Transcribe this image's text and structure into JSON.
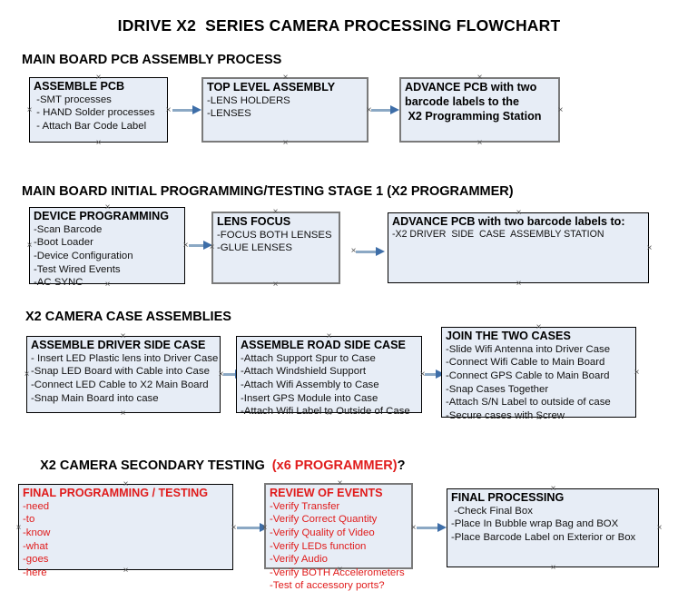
{
  "title": "IDRIVE X2  SERIES CAMERA PROCESSING FLOWCHART",
  "colors": {
    "box_fill": "#e7edf6",
    "box_border_black": "#000000",
    "box_border_gray": "#7a7a7a",
    "arrow_shaft": "#8ba8c4",
    "arrow_head": "#3e6ea8",
    "red_text": "#e01b1b",
    "black_text": "#000000",
    "background": "#ffffff"
  },
  "sections": [
    {
      "heading": "MAIN BOARD PCB ASSEMBLY PROCESS",
      "heading_red": "",
      "heading_tail": ""
    },
    {
      "heading": "MAIN BOARD INITIAL PROGRAMMING/TESTING STAGE 1 (X2 PROGRAMMER)",
      "heading_red": "",
      "heading_tail": ""
    },
    {
      "heading": "X2 CAMERA CASE ASSEMBLIES",
      "heading_red": "",
      "heading_tail": ""
    },
    {
      "heading": "X2 CAMERA SECONDARY TESTING  ",
      "heading_red": "(x6 PROGRAMMER)",
      "heading_tail": "?"
    }
  ],
  "boxes": {
    "r1b1": {
      "title": "ASSEMBLE PCB",
      "lines": " -SMT processes\n - HAND Solder processes\n - Attach Bar Code Label"
    },
    "r1b2": {
      "title": "TOP LEVEL ASSEMBLY",
      "lines": "-LENS HOLDERS\n-LENSES"
    },
    "r1b3": {
      "title": "ADVANCE PCB with two",
      "lines": "barcode labels to the\n X2 Programming Station"
    },
    "r2b1": {
      "title": "DEVICE PROGRAMMING",
      "lines": "-Scan Barcode\n-Boot Loader\n-Device Configuration\n-Test Wired Events\n-AC SYNC"
    },
    "r2b2": {
      "title": "LENS FOCUS",
      "lines": "-FOCUS BOTH LENSES\n-GLUE LENSES"
    },
    "r2b3": {
      "title": "ADVANCE PCB with two barcode labels to:",
      "lines": "-X2 DRIVER  SIDE  CASE  ASSEMBLY STATION"
    },
    "r3b1": {
      "title": "ASSEMBLE DRIVER SIDE CASE",
      "lines": "- Insert LED Plastic lens into Driver Case\n-Snap LED Board with Cable into Case\n-Connect LED Cable to X2 Main Board\n-Snap Main Board into case"
    },
    "r3b2": {
      "title": "ASSEMBLE ROAD SIDE CASE",
      "lines": "-Attach Support Spur to Case\n-Attach Windshield Support\n-Attach Wifi Assembly to Case\n-Insert GPS Module into Case\n-Attach Wifi Label to Outside of Case"
    },
    "r3b3": {
      "title": "JOIN THE TWO CASES",
      "lines": "-Slide Wifi Antenna into Driver Case\n-Connect Wifi Cable to Main Board\n-Connect GPS Cable to Main Board\n-Snap Cases Together\n-Attach S/N Label to outside of case\n-Secure cases with Screw"
    },
    "r4b1": {
      "title": "FINAL PROGRAMMING / TESTING",
      "lines": "-need\n-to\n-know\n-what\n-goes\n-here"
    },
    "r4b2": {
      "title": "REVIEW OF EVENTS",
      "lines": "-Verify Transfer\n-Verify Correct Quantity\n-Verify Quality of Video\n-Verify LEDs function\n-Verify Audio\n-Verify BOTH Accelerometers\n-Test of accessory ports?"
    },
    "r4b3": {
      "title": "FINAL PROCESSING",
      "lines": " -Check Final Box\n-Place In Bubble wrap Bag and BOX\n-Place Barcode Label on Exterior or Box"
    }
  }
}
